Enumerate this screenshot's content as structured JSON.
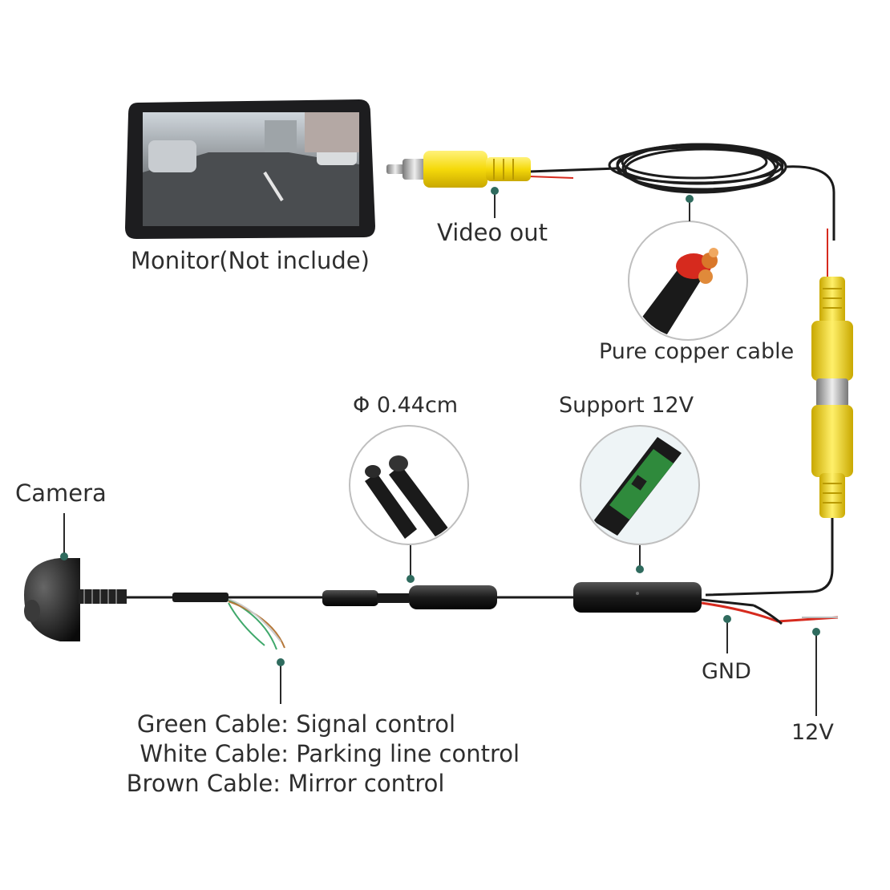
{
  "labels": {
    "monitor": "Monitor(Not include)",
    "video_out": "Video out",
    "pure_copper": "Pure copper cable",
    "diameter": "Φ 0.44cm",
    "support_12v": "Support 12V",
    "camera": "Camera",
    "gnd": "GND",
    "v12": "12V"
  },
  "legend": [
    {
      "cable": "Green Cable:",
      "function": "Signal control"
    },
    {
      "cable": "White Cable:",
      "function": "Parking line control"
    },
    {
      "cable": "Brown Cable:",
      "function": "Mirror control"
    }
  ],
  "colors": {
    "pin": "#2f6b5e",
    "rca_yellow": "#f5d90a",
    "cable_black": "#1a1a1a",
    "wire_red": "#d62a1e",
    "wire_green": "#3fa86b",
    "wire_brown": "#b5783a",
    "pcb_green": "#2f8a3c"
  }
}
